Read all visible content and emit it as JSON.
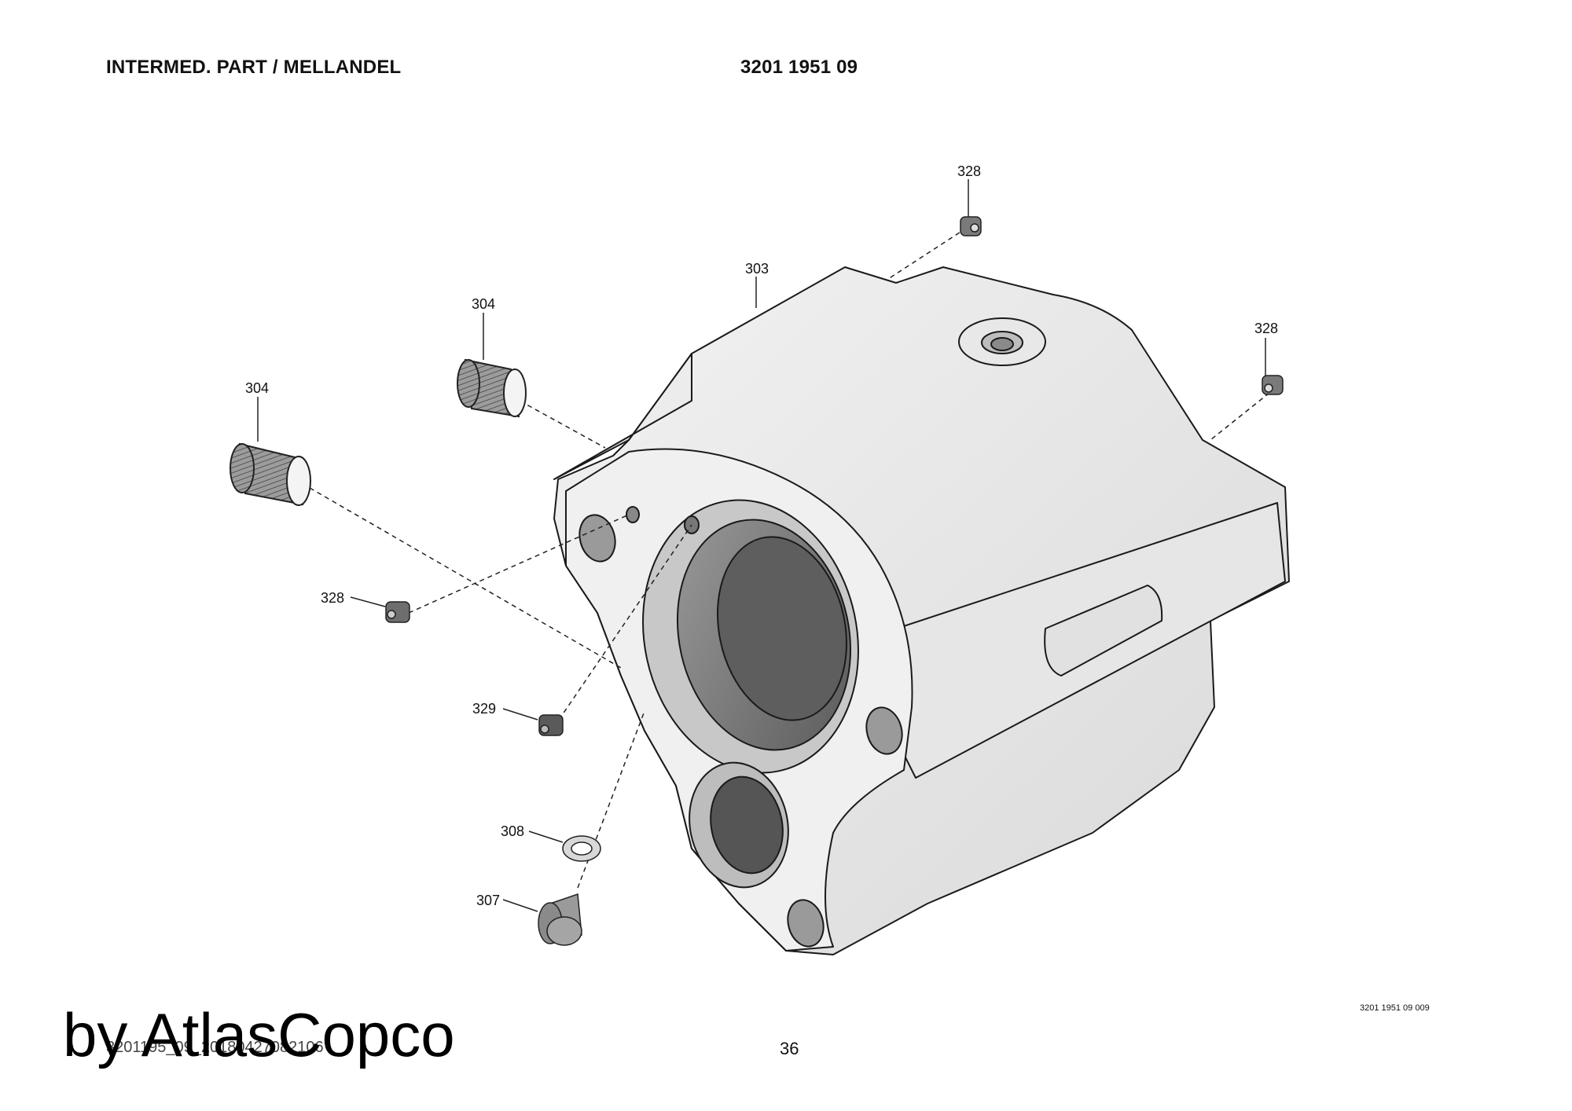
{
  "header": {
    "title": "INTERMED. PART / MELLANDEL",
    "part_number": "3201 1951 09"
  },
  "callouts": [
    {
      "id": "c328a",
      "label": "328"
    },
    {
      "id": "c303",
      "label": "303"
    },
    {
      "id": "c304a",
      "label": "304"
    },
    {
      "id": "c328b",
      "label": "328"
    },
    {
      "id": "c304b",
      "label": "304"
    },
    {
      "id": "c328c",
      "label": "328"
    },
    {
      "id": "c329",
      "label": "329"
    },
    {
      "id": "c308",
      "label": "308"
    },
    {
      "id": "c307",
      "label": "307"
    }
  ],
  "footer": {
    "drawing_ref": "3201 1951 09 009",
    "document_id": "3201195_09_20180427082106",
    "page_number": "36",
    "watermark": "by AtlasCopco"
  }
}
